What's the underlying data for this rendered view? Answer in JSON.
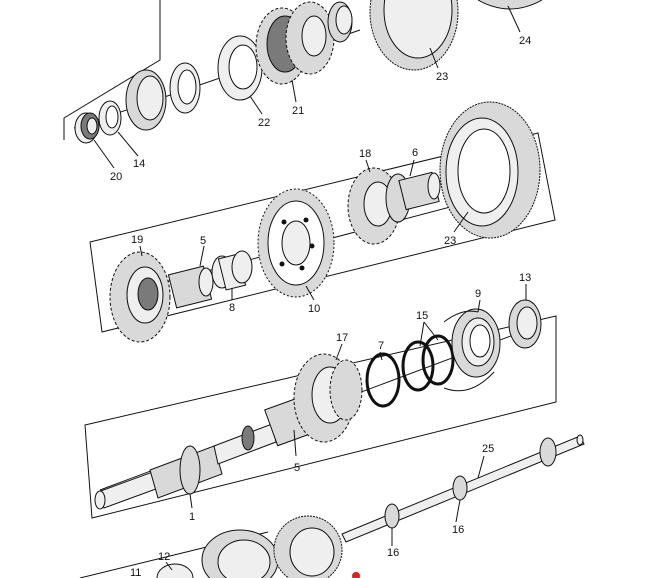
{
  "diagram": {
    "callouts": {
      "c24": "24",
      "c23a": "23",
      "c21": "21",
      "c22": "22",
      "c14": "14",
      "c20": "20",
      "c18": "18",
      "c6": "6",
      "c23b": "23",
      "c19": "19",
      "c5a": "5",
      "c8": "8",
      "c10": "10",
      "c13": "13",
      "c9": "9",
      "c15": "15",
      "c17": "17",
      "c7": "7",
      "c5b": "5",
      "c1": "1",
      "c25": "25",
      "c16a": "16",
      "c16b": "16",
      "c12": "12",
      "c11": "11"
    }
  }
}
